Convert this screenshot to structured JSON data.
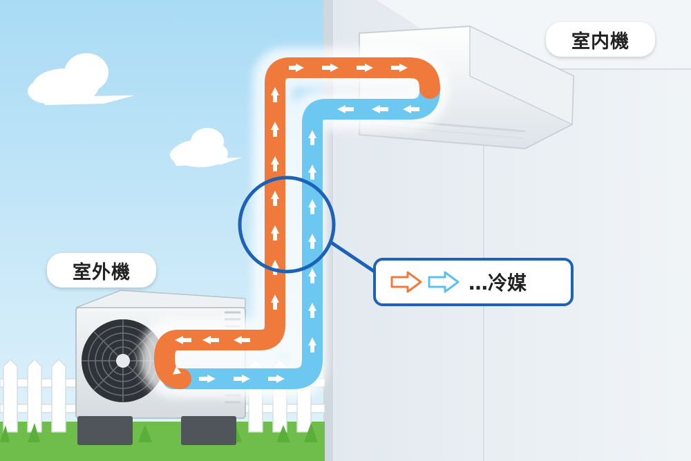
{
  "labels": {
    "outdoor_unit": "室外機",
    "indoor_unit": "室内機"
  },
  "legend": {
    "text": "…冷媒",
    "swatches": [
      {
        "name": "hot-refrigerator-arrow",
        "color": "#f07a3c"
      },
      {
        "name": "cold-refrigerator-arrow",
        "color": "#5cc0ec"
      }
    ]
  },
  "colors": {
    "sky": "#bfe3f7",
    "wall": "#e9eff3",
    "hot_pipe": "#f07a3c",
    "cold_pipe": "#6cc8f0",
    "magnifier_ring": "#1b62b8",
    "grass": "#5cae3e"
  }
}
